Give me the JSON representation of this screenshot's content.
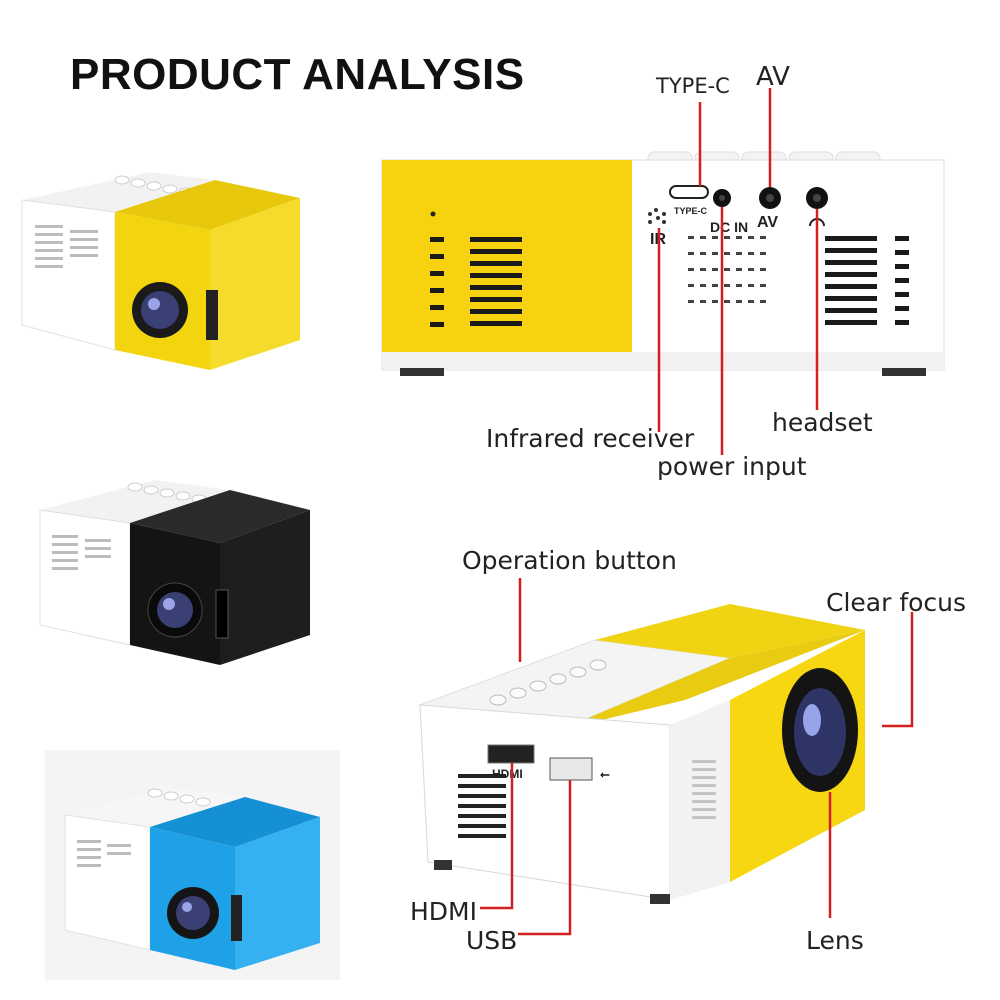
{
  "title": "PRODUCT ANALYSIS",
  "callouts": {
    "type_c": "TYPE-C",
    "av": "AV",
    "infrared": "Infrared receiver",
    "power": "power input",
    "headset": "headset",
    "operation": "Operation button",
    "focus": "Clear focus",
    "hdmi": "HDMI",
    "usb": "USB",
    "lens": "Lens"
  },
  "port_labels": {
    "type_c": "TYPE-C",
    "ir": "IR",
    "dc_in": "DC IN",
    "av": "AV",
    "hdmi": "HDMI",
    "usb_symbol": "⭠"
  },
  "colors": {
    "yellow": "#f2d50f",
    "black": "#141414",
    "blue": "#1ea1e6",
    "callout_line": "#d21f1f"
  }
}
